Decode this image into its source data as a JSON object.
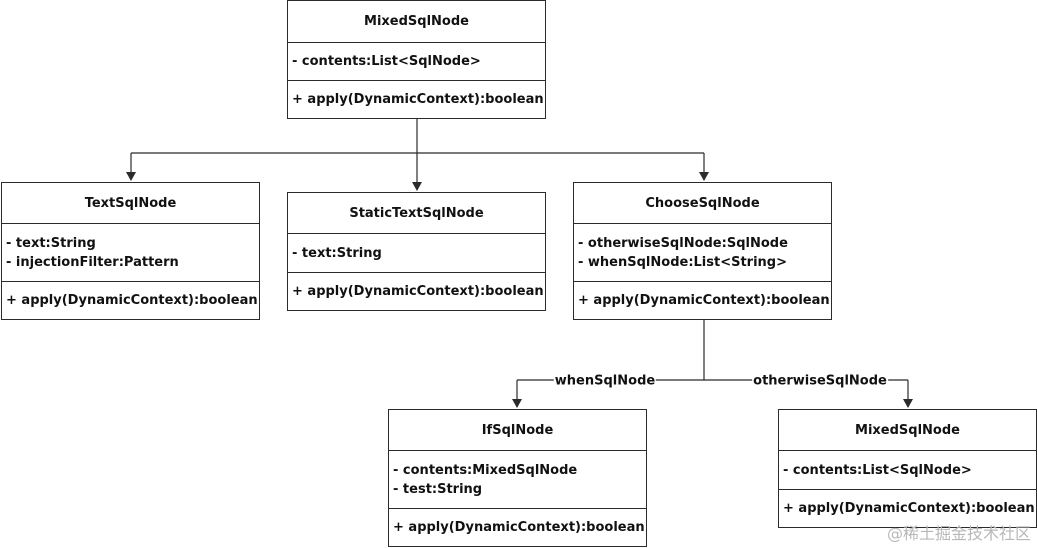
{
  "classes": {
    "mixed_top": {
      "name": "MixedSqlNode",
      "attributes": [
        "- contents:List<SqlNode>"
      ],
      "operations": [
        "+ apply(DynamicContext):boolean"
      ]
    },
    "text": {
      "name": "TextSqlNode",
      "attributes": [
        "- text:String",
        "- injectionFilter:Pattern"
      ],
      "operations": [
        "+ apply(DynamicContext):boolean"
      ]
    },
    "static_text": {
      "name": "StaticTextSqlNode",
      "attributes": [
        "- text:String"
      ],
      "operations": [
        "+ apply(DynamicContext):boolean"
      ]
    },
    "choose": {
      "name": "ChooseSqlNode",
      "attributes": [
        "- otherwiseSqlNode:SqlNode",
        "- whenSqlNode:List<String>"
      ],
      "operations": [
        "+ apply(DynamicContext):boolean"
      ]
    },
    "if": {
      "name": "IfSqlNode",
      "attributes": [
        "- contents:MixedSqlNode",
        "- test:String"
      ],
      "operations": [
        "+ apply(DynamicContext):boolean"
      ]
    },
    "mixed_bottom": {
      "name": "MixedSqlNode",
      "attributes": [
        "- contents:List<SqlNode>"
      ],
      "operations": [
        "+ apply(DynamicContext):boolean"
      ]
    }
  },
  "edge_labels": {
    "when": "whenSqlNode",
    "otherwise": "otherwiseSqlNode"
  },
  "watermark": "@稀土掘金技术社区",
  "colors": {
    "line": "#2b2b2b",
    "background": "#ffffff",
    "watermark": "#b8b8b8"
  }
}
